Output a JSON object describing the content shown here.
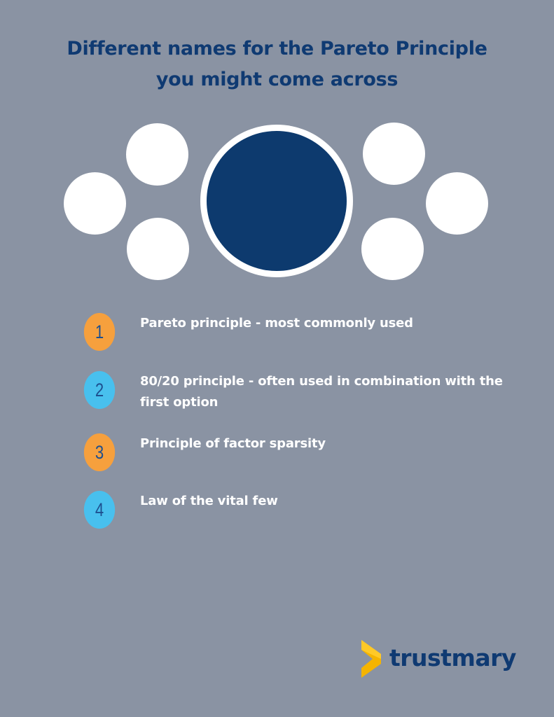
{
  "title": {
    "line1": "Different names for the Pareto Principle",
    "line2": "you might come across"
  },
  "diagram": {
    "center_color": "#0d3a6e",
    "outer_circle_color": "#ffffff",
    "outer_circle_count": 6
  },
  "items": [
    {
      "number": "1",
      "text": "Pareto principle - most commonly used",
      "badge_color": "#f6a03d"
    },
    {
      "number": "2",
      "text": "80/20 principle - often used in combination with the first option",
      "badge_color": "#48c0ee"
    },
    {
      "number": "3",
      "text": "Principle of factor sparsity",
      "badge_color": "#f6a03d"
    },
    {
      "number": "4",
      "text": "Law of the vital few",
      "badge_color": "#48c0ee"
    }
  ],
  "logo": {
    "text": "trustmary",
    "icon": "trustmary-chevron-logo",
    "colors": {
      "mark": "#f5b400",
      "text": "#0f3a72"
    }
  },
  "colors": {
    "background": "#8a93a3",
    "title": "#0f3a72",
    "item_text": "#ffffff"
  }
}
